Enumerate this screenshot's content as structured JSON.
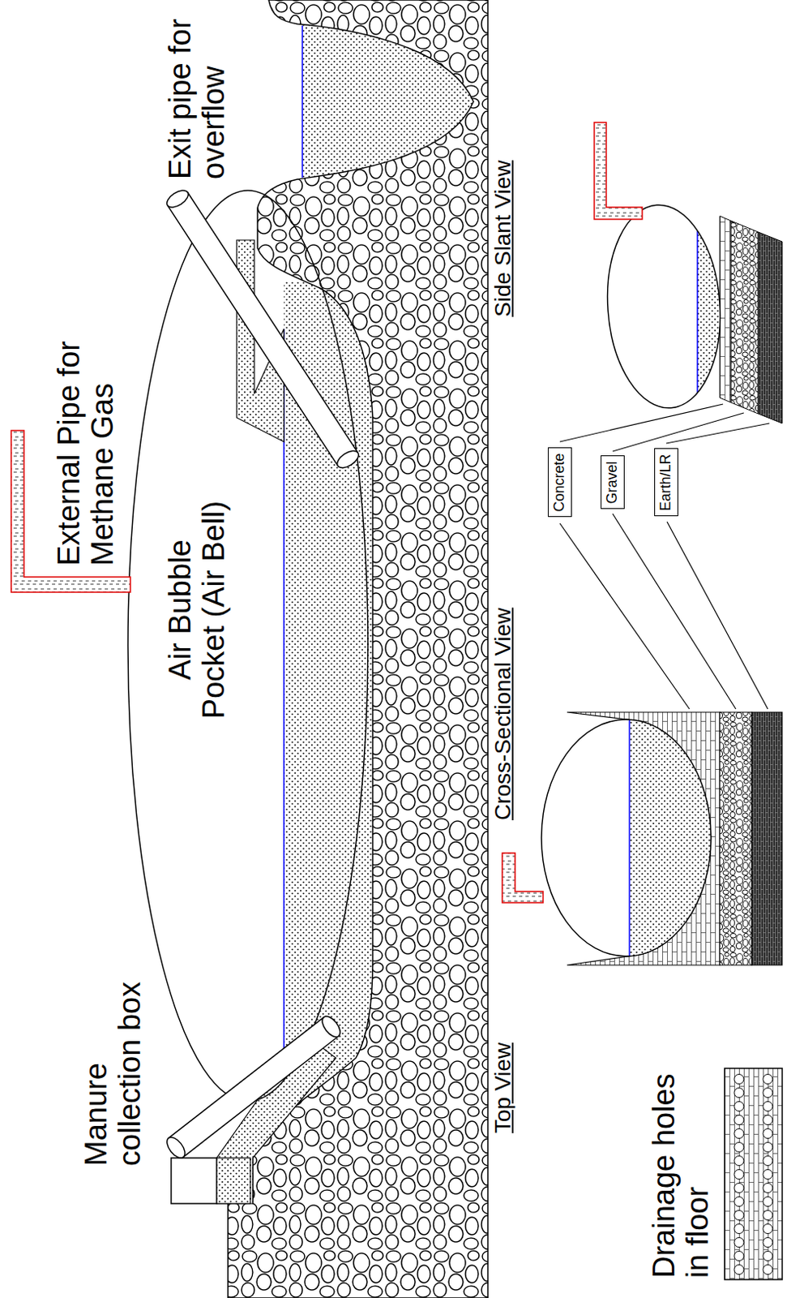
{
  "diagram": {
    "nodes": [
      {
        "text": [
          "Concrete"
        ]
      },
      {
        "text": [
          "Gravel"
        ]
      },
      {
        "text": [
          "Earth/LR"
        ]
      }
    ],
    "labels": [
      "Manure collection box",
      "External Pipe for Methane Gas",
      "Air Bubble Pocket (Air Bell)",
      "Exit pipe for overflow",
      "Top View",
      "Cross-Sectional View",
      "Side Slant View",
      "Drainage holes in floor"
    ]
  }
}
